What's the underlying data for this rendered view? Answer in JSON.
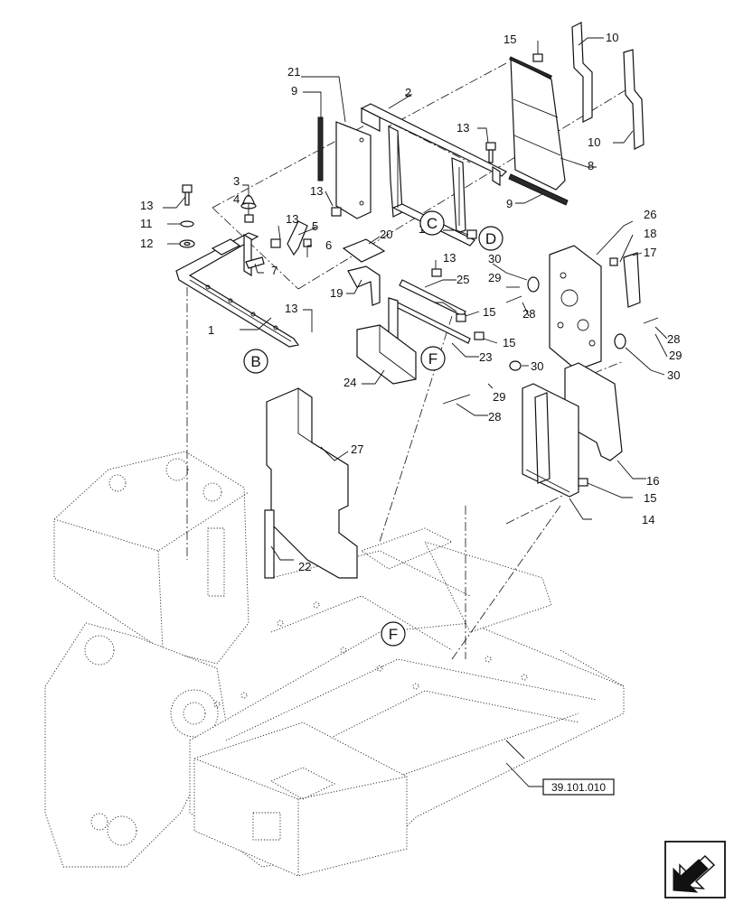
{
  "callouts": [
    {
      "id": "1",
      "label": "1"
    },
    {
      "id": "2",
      "label": "2"
    },
    {
      "id": "3",
      "label": "3"
    },
    {
      "id": "4",
      "label": "4"
    },
    {
      "id": "5",
      "label": "5"
    },
    {
      "id": "6",
      "label": "6"
    },
    {
      "id": "7",
      "label": "7"
    },
    {
      "id": "8",
      "label": "8"
    },
    {
      "id": "9a",
      "label": "9"
    },
    {
      "id": "9b",
      "label": "9"
    },
    {
      "id": "10a",
      "label": "10"
    },
    {
      "id": "10b",
      "label": "10"
    },
    {
      "id": "11",
      "label": "11"
    },
    {
      "id": "12",
      "label": "12"
    },
    {
      "id": "13a",
      "label": "13"
    },
    {
      "id": "13b",
      "label": "13"
    },
    {
      "id": "13c",
      "label": "13"
    },
    {
      "id": "13d",
      "label": "13"
    },
    {
      "id": "13e",
      "label": "13"
    },
    {
      "id": "13f",
      "label": "13"
    },
    {
      "id": "13g",
      "label": "13"
    },
    {
      "id": "14",
      "label": "14"
    },
    {
      "id": "15a",
      "label": "15"
    },
    {
      "id": "15b",
      "label": "15"
    },
    {
      "id": "15c",
      "label": "15"
    },
    {
      "id": "15d",
      "label": "15"
    },
    {
      "id": "16",
      "label": "16"
    },
    {
      "id": "17",
      "label": "17"
    },
    {
      "id": "18",
      "label": "18"
    },
    {
      "id": "19",
      "label": "19"
    },
    {
      "id": "20",
      "label": "20"
    },
    {
      "id": "21",
      "label": "21"
    },
    {
      "id": "22",
      "label": "22"
    },
    {
      "id": "23",
      "label": "23"
    },
    {
      "id": "24",
      "label": "24"
    },
    {
      "id": "25",
      "label": "25"
    },
    {
      "id": "26",
      "label": "26"
    },
    {
      "id": "27",
      "label": "27"
    },
    {
      "id": "28a",
      "label": "28"
    },
    {
      "id": "28b",
      "label": "28"
    },
    {
      "id": "28c",
      "label": "28"
    },
    {
      "id": "29a",
      "label": "29"
    },
    {
      "id": "29b",
      "label": "29"
    },
    {
      "id": "29c",
      "label": "29"
    },
    {
      "id": "30a",
      "label": "30"
    },
    {
      "id": "30b",
      "label": "30"
    },
    {
      "id": "30c",
      "label": "30"
    }
  ],
  "view_markers": {
    "B": "B",
    "C": "C",
    "D": "D",
    "F_upper": "F",
    "F_lower": "F"
  },
  "reference": {
    "label": "39.101.010"
  },
  "nav_icon": "next-page-arrow-icon"
}
